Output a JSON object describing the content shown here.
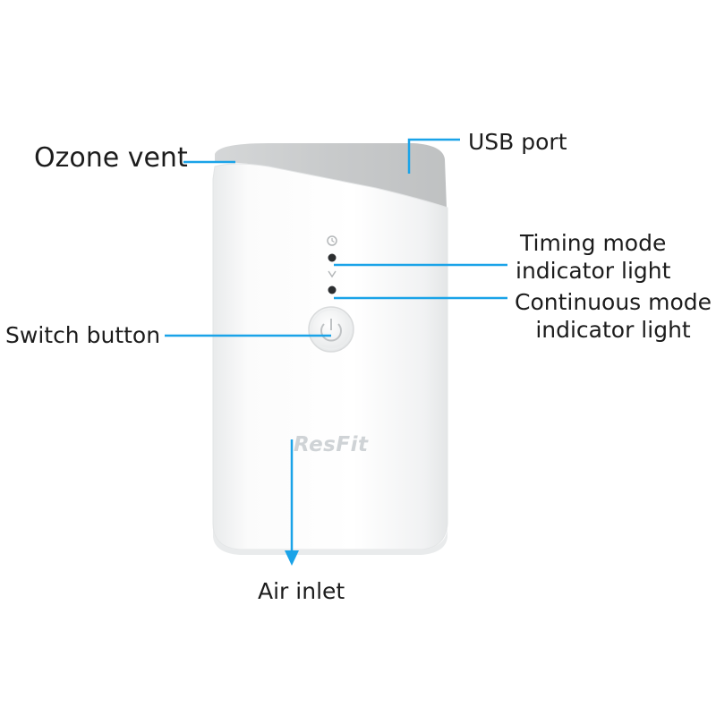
{
  "labels": {
    "ozone_vent": "Ozone vent",
    "usb_port": "USB port",
    "timing_line1": "Timing mode",
    "timing_line2": "indicator light",
    "continuous_line1": "Continuous mode",
    "continuous_line2": "indicator light",
    "switch_button": "Switch button",
    "air_inlet": "Air inlet"
  },
  "device": {
    "brand": "ResFit"
  },
  "colors": {
    "leader": "#1aa3e8",
    "text": "#1c1c1c",
    "body": "#f6f7f7",
    "cap": "#c9cbcc"
  }
}
